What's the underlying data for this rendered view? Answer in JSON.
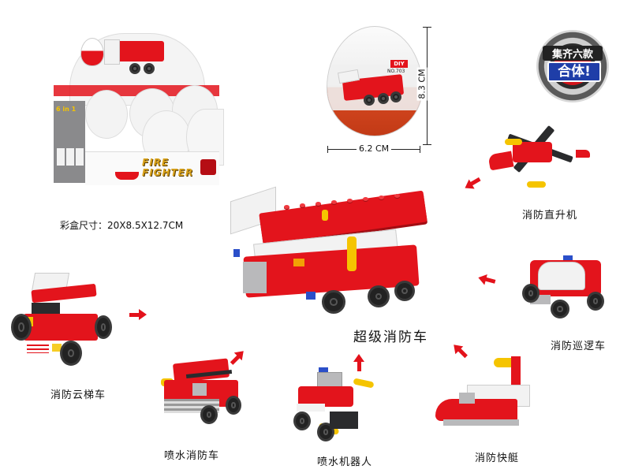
{
  "box": {
    "brand_text": "FIRE FIGHTER",
    "size_label": "彩盒尺寸：20X8.5X12.7CM",
    "side_text": "6 in 1"
  },
  "egg": {
    "badge_top": "DIY",
    "badge_bottom": "NO.703",
    "height_label": "8.3 CM",
    "width_label": "6.2 CM"
  },
  "emblem": {
    "line1": "集齐六款",
    "line2": "合体!"
  },
  "main_model": {
    "name": "超级消防车"
  },
  "models": [
    {
      "name": "消防直升机"
    },
    {
      "name": "消防巡逻车"
    },
    {
      "name": "消防快艇"
    },
    {
      "name": "喷水机器人"
    },
    {
      "name": "喷水消防车"
    },
    {
      "name": "消防云梯车"
    }
  ],
  "colors": {
    "accent_red": "#e3141c",
    "emblem_blue": "#1f3ea8",
    "text": "#111111"
  }
}
